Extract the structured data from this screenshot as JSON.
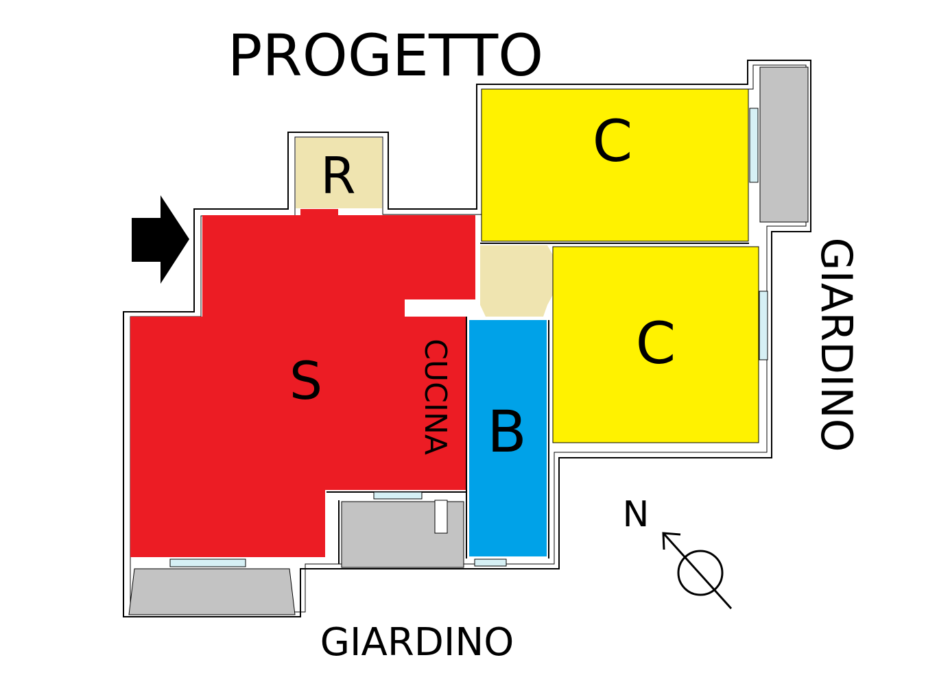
{
  "title": "PROGETTO",
  "rooms": {
    "soggiorno": {
      "label": "S",
      "color": "#ec1c24"
    },
    "cucina": {
      "label": "CUCINA"
    },
    "ripostiglio": {
      "label": "R",
      "color": "#efe4b0"
    },
    "disimpegno": {
      "color": "#efe4b0"
    },
    "bagno": {
      "label": "B",
      "color": "#00a2e8"
    },
    "camera_1": {
      "label": "C",
      "color": "#fff200"
    },
    "camera_2": {
      "label": "C",
      "color": "#fff200"
    },
    "balcone_color": "#c3c3c3"
  },
  "garden_bottom": "GIARDINO",
  "garden_right": "GIARDINO",
  "compass": {
    "label": "N",
    "icon": "north-arrow-icon"
  },
  "entrance": {
    "icon": "entrance-arrow-icon"
  },
  "colors": {
    "wall": "#000000",
    "window": "#d6f0f5"
  }
}
